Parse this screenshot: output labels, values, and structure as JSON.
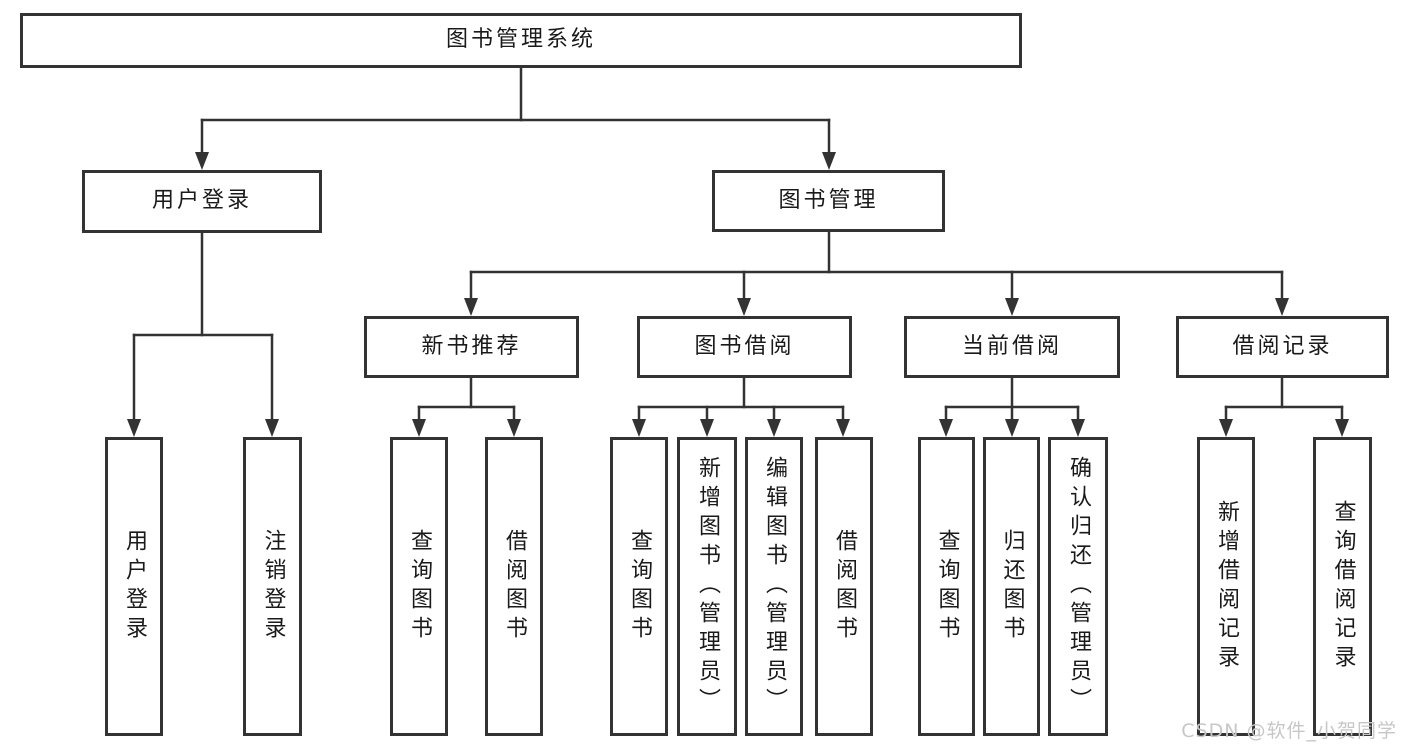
{
  "tree": {
    "root": {
      "label": "图书管理系统"
    },
    "branches": [
      {
        "label": "用户登录",
        "children": [
          {
            "label": "用户登录"
          },
          {
            "label": "注销登录"
          }
        ]
      },
      {
        "label": "图书管理",
        "children": [
          {
            "label": "新书推荐",
            "children": [
              {
                "label": "查询图书"
              },
              {
                "label": "借阅图书"
              }
            ]
          },
          {
            "label": "图书借阅",
            "children": [
              {
                "label": "查询图书"
              },
              {
                "label": "新增图书（管理员）"
              },
              {
                "label": "编辑图书（管理员）"
              },
              {
                "label": "借阅图书"
              }
            ]
          },
          {
            "label": "当前借阅",
            "children": [
              {
                "label": "查询图书"
              },
              {
                "label": "归还图书"
              },
              {
                "label": "确认归还（管理员）"
              }
            ]
          },
          {
            "label": "借阅记录",
            "children": [
              {
                "label": "新增借阅记录"
              },
              {
                "label": "查询借阅记录"
              }
            ]
          }
        ]
      }
    ]
  },
  "watermark": "CSDN @软件_小贺同学",
  "colors": {
    "line": "#333333",
    "text": "#1a1a1a",
    "watermark": "#c7c7c7",
    "background": "#ffffff"
  }
}
